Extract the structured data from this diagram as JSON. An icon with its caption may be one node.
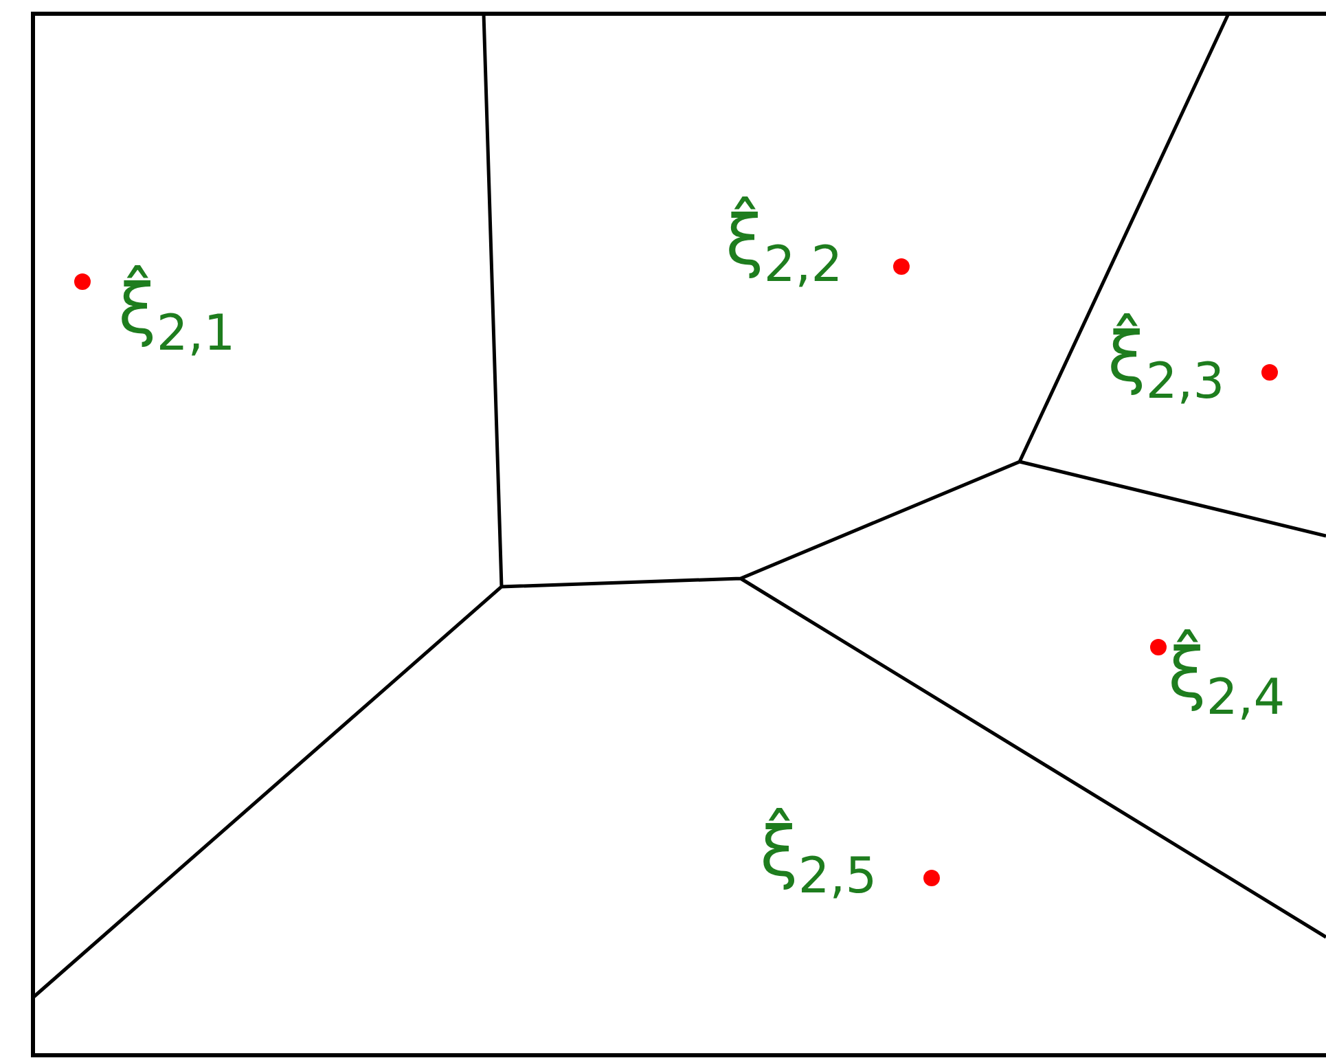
{
  "diagram": {
    "labels": [
      "ξ̂$_{2,1}$",
      "ξ̂$_{2,2}$",
      "ξ̂$_{2,3}$",
      "ξ̂$_{2,4}$",
      "ξ̂$_{2,5}$"
    ]
  }
}
